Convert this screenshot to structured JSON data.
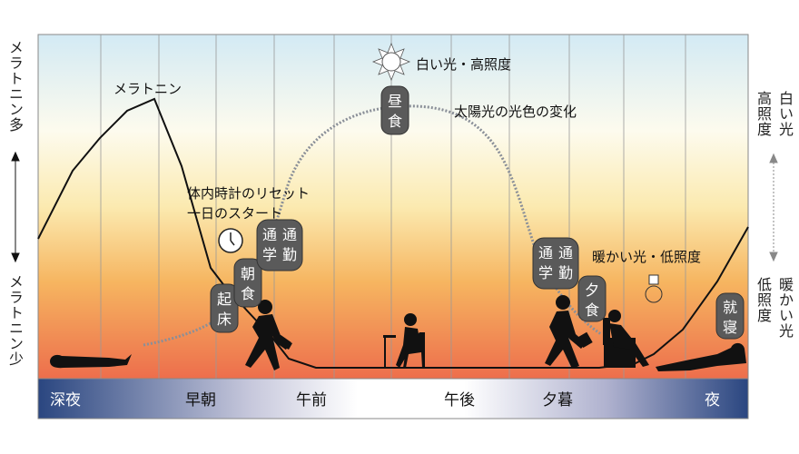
{
  "left_axis": {
    "top": "メラトニン多",
    "bottom": "メラトニン少"
  },
  "right_axis": {
    "top_col1": "高照度",
    "top_col2": "白い光",
    "bottom_col1": "低照度",
    "bottom_col2": "暖かい光"
  },
  "labels": {
    "melatonin": "メラトニン",
    "reset_line1": "体内時計のリセット",
    "reset_line2": "一日のスタート",
    "white_light": "白い光・高照度",
    "sunlight_change": "太陽光の光色の変化",
    "warm_light": "暖かい光・低照度"
  },
  "badges": {
    "wake": [
      "起",
      "床"
    ],
    "breakfast": [
      "朝",
      "食"
    ],
    "commute_am": [
      "通",
      "学",
      "通",
      "勤"
    ],
    "lunch": [
      "昼",
      "食"
    ],
    "commute_pm": [
      "通",
      "学",
      "通",
      "勤"
    ],
    "dinner": [
      "夕",
      "食"
    ],
    "bed": [
      "就",
      "寝"
    ]
  },
  "time_band": [
    "深夜",
    "早朝",
    "午前",
    "午後",
    "夕暮",
    "夜"
  ],
  "colors": {
    "sky_top": "#d6ecf5",
    "sky_mid": "#fdf6d0",
    "sky_bottom": "#ee7550",
    "band_dark": "#2c4a82",
    "badge": "#5a5a5a"
  }
}
